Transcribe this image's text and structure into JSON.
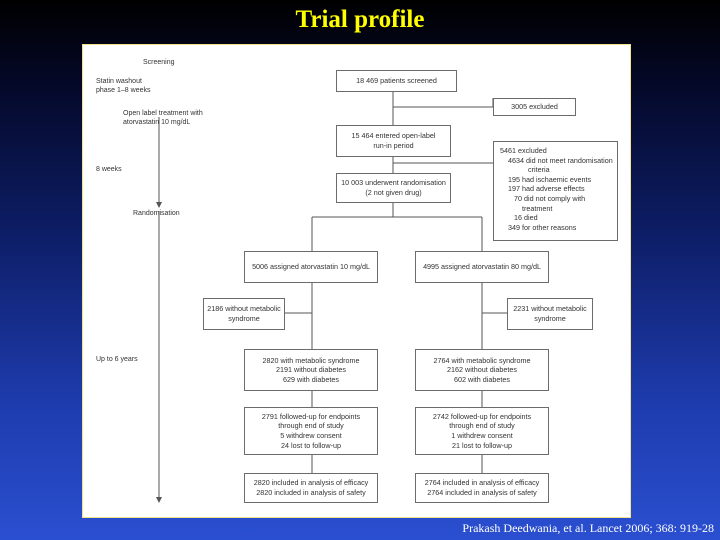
{
  "title": "Trial profile",
  "citation": "Prakash Deedwania, et al. Lancet 2006; 368: 919-28",
  "timeline": {
    "screening": "Screening",
    "washout_1": "Statin washout",
    "washout_2": "phase 1–8 weeks",
    "openlabel_1": "Open label treatment with",
    "openlabel_2": "atorvastatin 10 mg/dL",
    "weeks": "8 weeks",
    "randomisation": "Randomisation",
    "years": "Up to 6 years"
  },
  "boxes": {
    "screened": "18 469 patients screened",
    "excluded_initial": "3005 excluded",
    "runin_1": "15 464 entered open-label",
    "runin_2": "run-in period",
    "randomised_1": "10 003 underwent randomisation",
    "randomised_2": "(2 not given drug)",
    "excluded_runin": [
      "5461 excluded",
      "4634 did not meet randomisation",
      "criteria",
      "195 had ischaemic events",
      "197 had adverse effects",
      "70 did not comply with",
      "treatment",
      "16 died",
      "349 for other reasons"
    ],
    "arm10": "5006 assigned atorvastatin 10 mg/dL",
    "arm80": "4995 assigned atorvastatin 80 mg/dL",
    "nometab10_1": "2186 without metabolic",
    "nometab10_2": "syndrome",
    "nometab80_1": "2231 without metabolic",
    "nometab80_2": "syndrome",
    "metab10": [
      "2820 with metabolic syndrome",
      "2191 without diabetes",
      "629 with diabetes"
    ],
    "metab80": [
      "2764 with metabolic syndrome",
      "2162 without diabetes",
      "602 with diabetes"
    ],
    "follow10": [
      "2791 followed-up for endpoints",
      "through end of study",
      "5 withdrew consent",
      "24 lost to follow-up"
    ],
    "follow80": [
      "2742 followed-up for endpoints",
      "through end of study",
      "1 withdrew consent",
      "21 lost to follow-up"
    ],
    "analysis10": [
      "2820 included in analysis of efficacy",
      "2820 included in analysis of safety"
    ],
    "analysis80": [
      "2764 included in analysis of efficacy",
      "2764 included in analysis of safety"
    ]
  }
}
